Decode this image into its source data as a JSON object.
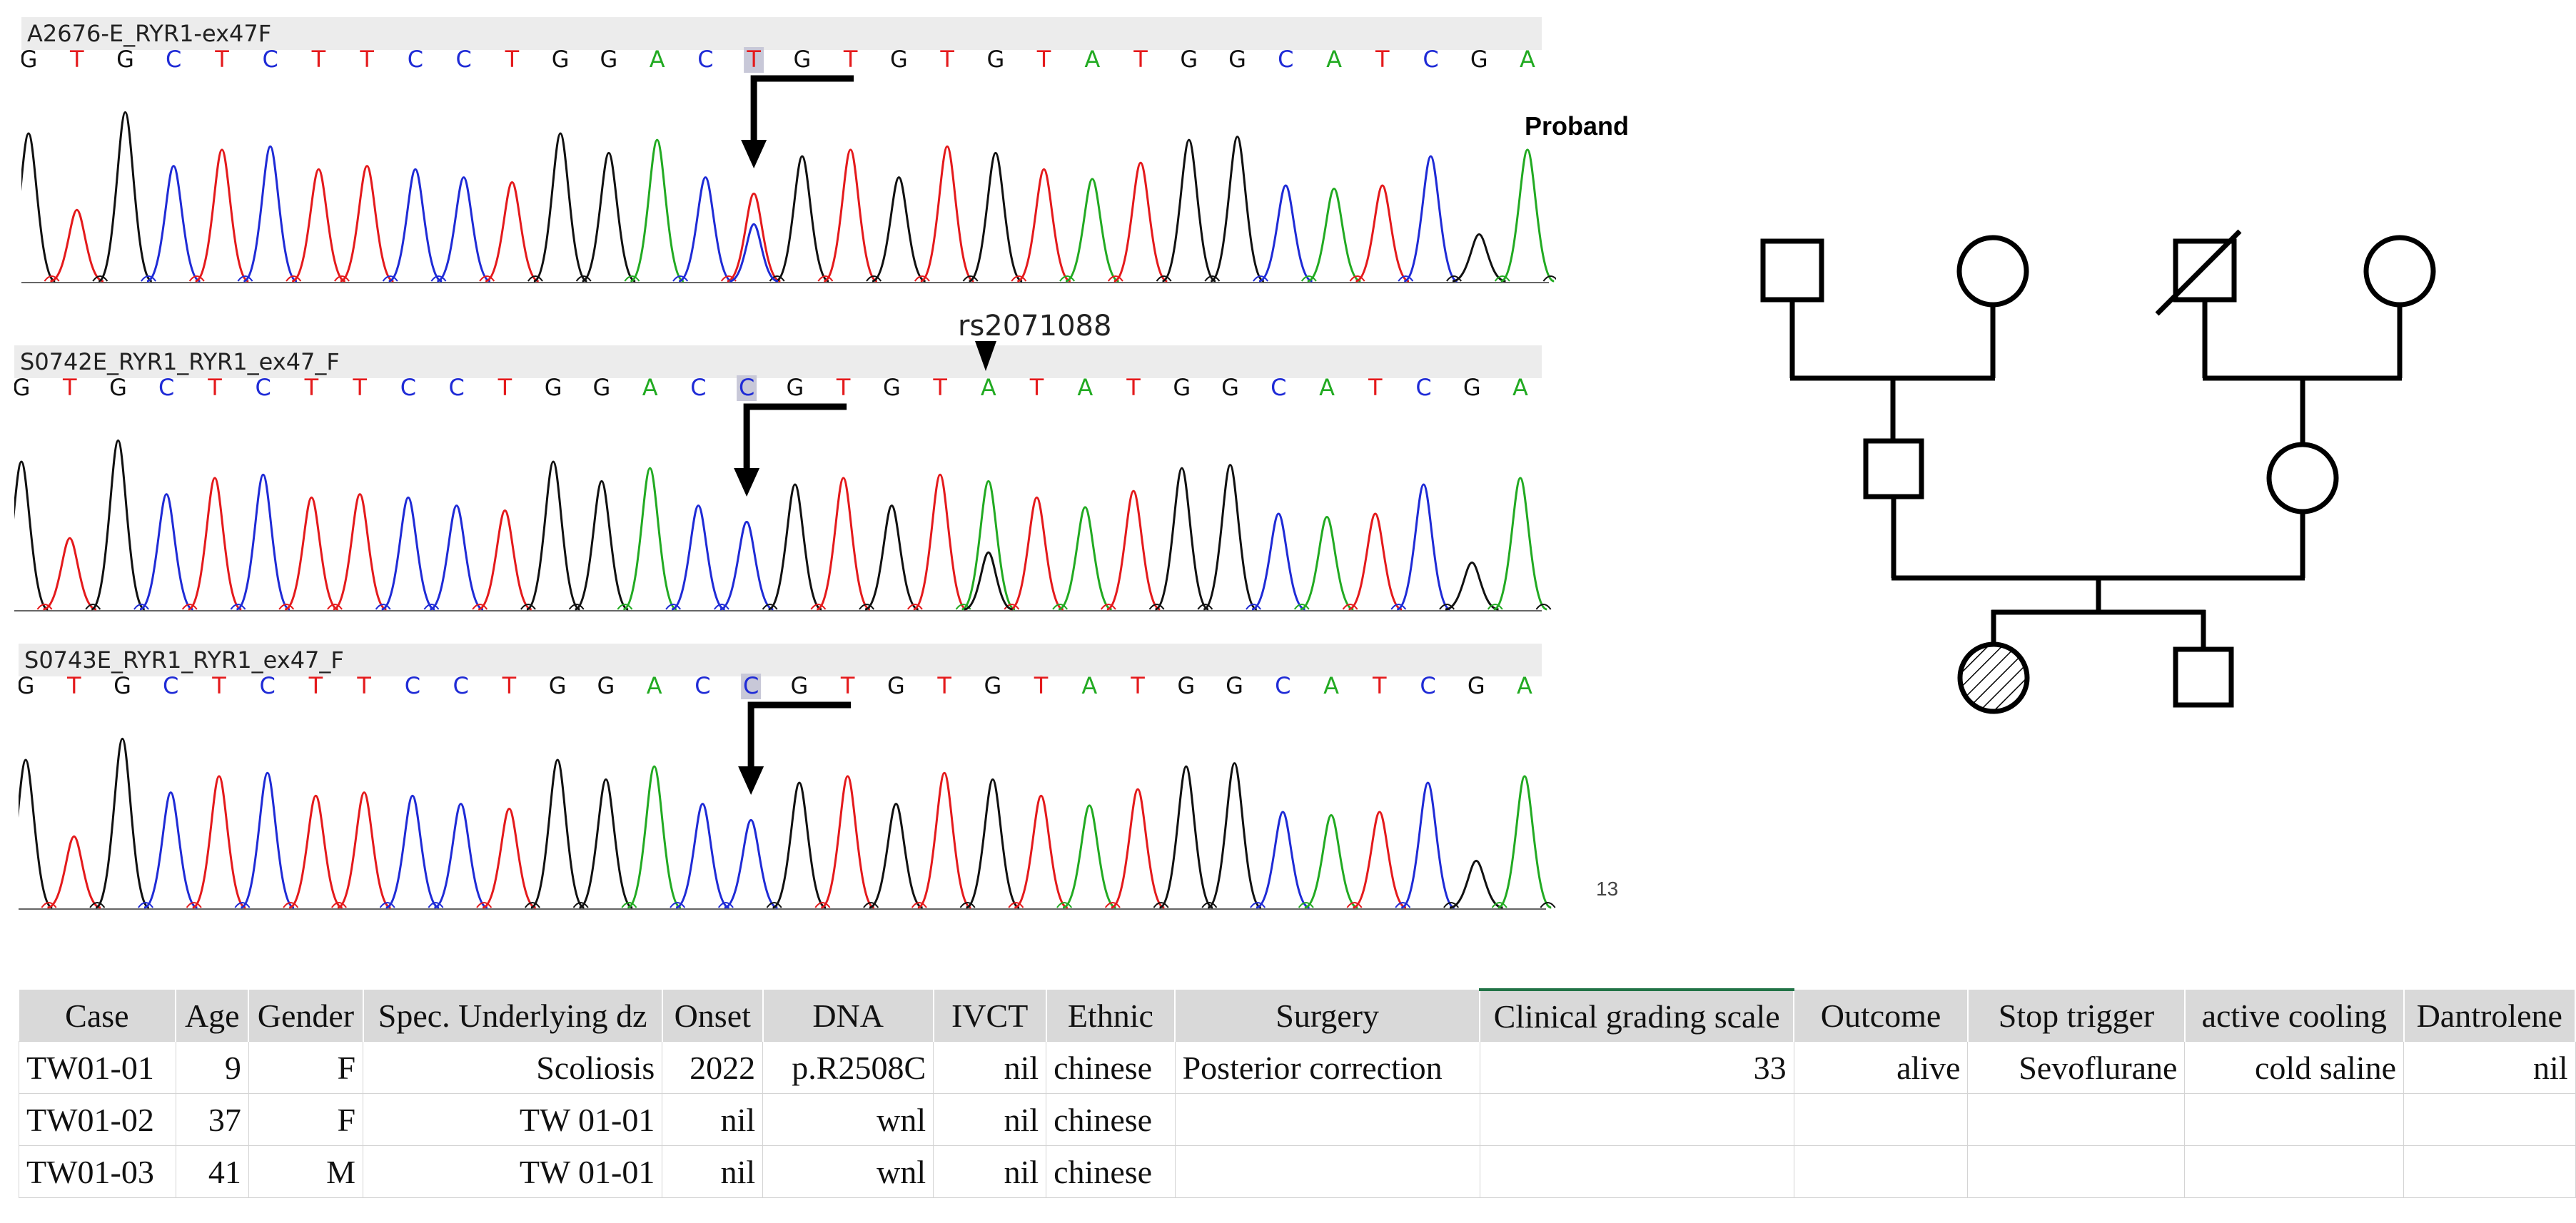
{
  "colors": {
    "A": "#22aa22",
    "C": "#1f2bd6",
    "G": "#111111",
    "T": "#e41a1c",
    "highlight": "#c8c8d8",
    "header_bg": "#ececec"
  },
  "traces": [
    {
      "label": "A2676-E_RYR1-ex47F",
      "sequence": "GTGCTCTTCCTGGACTGTGTGTATGGCATCGA",
      "highlight_index": 15,
      "arrow_index": 15,
      "mixed_index": 15,
      "mixed_base": "C"
    },
    {
      "label": "S0742E_RYR1_RYR1_ex47_F",
      "sequence": "GTGCTCTTCCTGGACCGTGTATATGGCATCGA",
      "highlight_index": 15,
      "arrow_index": 15,
      "mixed_index": 20,
      "mixed_base": "G",
      "snp_label": "rs2071088",
      "snp_index": 20
    },
    {
      "label": "S0743E_RYR1_RYR1_ex47_F",
      "sequence": "GTGCTCTTCCTGGACCGTGTGTATGGCATCGA",
      "highlight_index": 15,
      "arrow_index": 15
    }
  ],
  "pedigree": {
    "proband_label": "Proband"
  },
  "page_number": "13",
  "table": {
    "headers": [
      "Case",
      "Age",
      "Gender",
      "Spec. Underlying dz",
      "Onset",
      "DNA",
      "IVCT",
      "Ethnic",
      "Surgery",
      "Clinical grading scale",
      "Outcome",
      "Stop trigger",
      "active cooling",
      "Dantrolene"
    ],
    "rows": [
      [
        "TW01-01",
        "9",
        "F",
        "Scoliosis",
        "2022",
        "p.R2508C",
        "nil",
        "chinese",
        "Posterior correction",
        "33",
        "alive",
        "Sevoflurane",
        "cold saline",
        "nil"
      ],
      [
        "TW01-02",
        "37",
        "F",
        "TW 01-01",
        "nil",
        "wnl",
        "nil",
        "chinese",
        "",
        "",
        "",
        "",
        "",
        ""
      ],
      [
        "TW01-03",
        "41",
        "M",
        "TW 01-01",
        "nil",
        "wnl",
        "nil",
        "chinese",
        "",
        "",
        "",
        "",
        "",
        ""
      ]
    ]
  }
}
